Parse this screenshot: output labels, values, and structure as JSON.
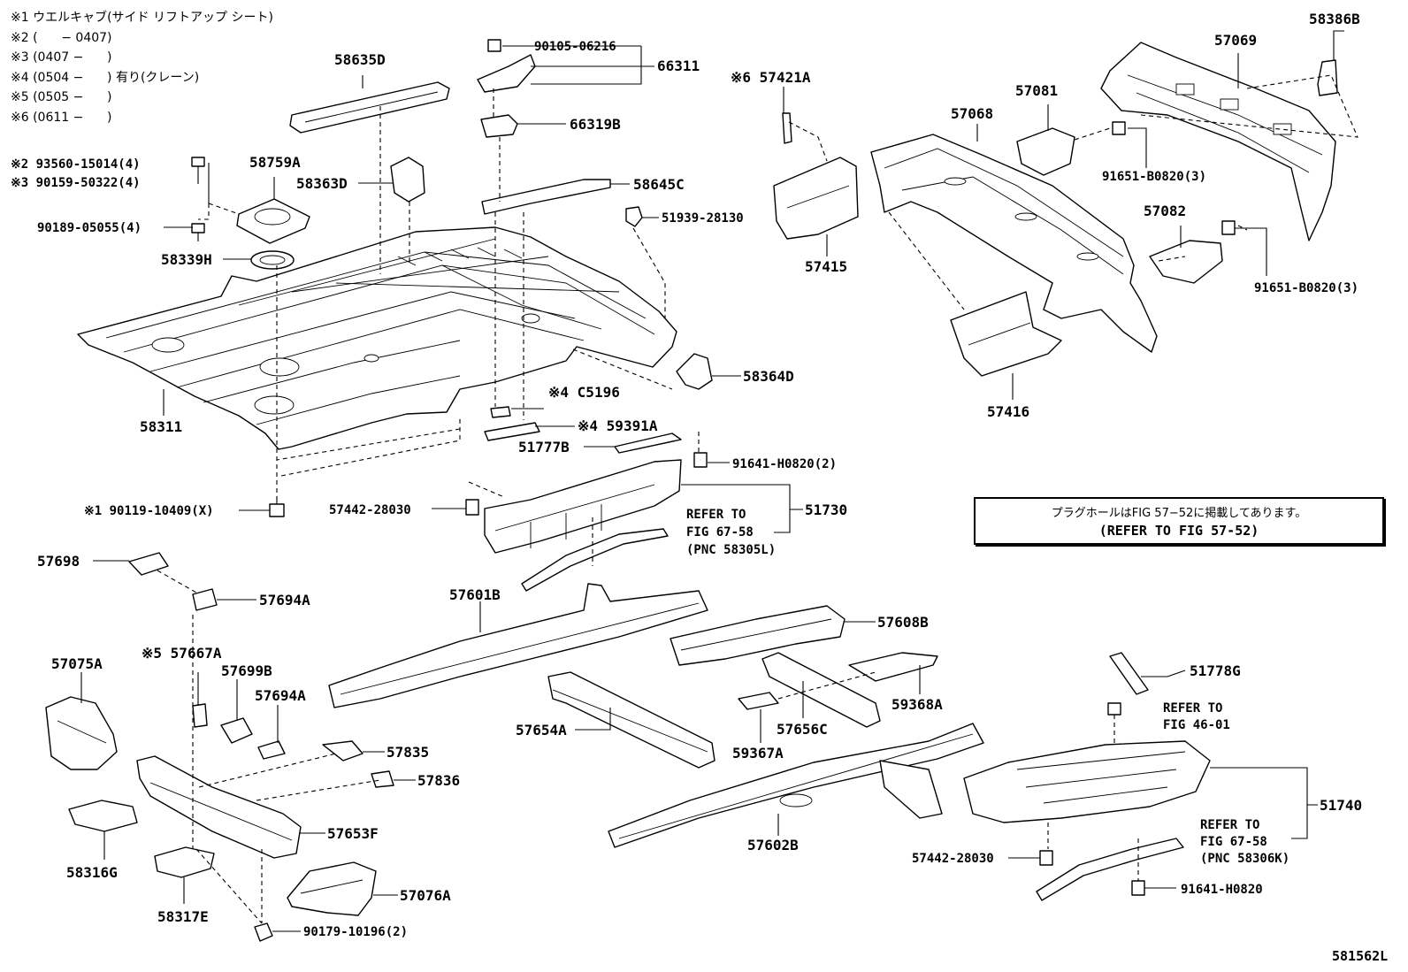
{
  "legend": [
    "※1 ウエルキャブ(サイド リフトアップ シート)",
    "※2 (      − 0407)",
    "※3 (0407 −      )",
    "※4 (0504 −      ) 有り(クレーン)",
    "※5 (0505 −      )",
    "※6 (0611 −      )"
  ],
  "notice": {
    "japanese": "プラグホールはFIG 57−52に掲載してあります。",
    "english": "(REFER TO FIG 57-52)"
  },
  "figure_id": "581562L",
  "parts": {
    "p58635D": "58635D",
    "p90105": "90105-06216",
    "p66311": "66311",
    "p66319B": "66319B",
    "p58645C": "58645C",
    "p51939": "51939-28130",
    "p93560": "※2 93560-15014(4)",
    "p90159": "※3 90159-50322(4)",
    "p58759A": "58759A",
    "p58363D": "58363D",
    "p90189": "90189-05055(4)",
    "p58339H": "58339H",
    "p58311": "58311",
    "p57421A": "※6 57421A",
    "p57415": "57415",
    "p57068": "57068",
    "p57081": "57081",
    "p57069": "57069",
    "p58386B": "58386B",
    "p91651a": "91651-B0820(3)",
    "p57082": "57082",
    "p91651b": "91651-B0820(3)",
    "p57416": "57416",
    "p58364D": "58364D",
    "pC5196": "※4 C5196",
    "p59391A": "※4 59391A",
    "p51777B": "51777B",
    "p91641a": "91641-H0820(2)",
    "p90119": "※1 90119-10409(X)",
    "p57442a": "57442-28030",
    "p51730": "51730",
    "refer1_l1": "REFER TO",
    "refer1_l2": "FIG 67-58",
    "refer1_l3": "(PNC 58305L)",
    "p57698": "57698",
    "p57694A1": "57694A",
    "p57601B": "57601B",
    "p57608B": "57608B",
    "p57075A": "57075A",
    "p57667A": "※5 57667A",
    "p57699B": "57699B",
    "p57694A2": "57694A",
    "p57835": "57835",
    "p57836": "57836",
    "p57653F": "57653F",
    "p58316G": "58316G",
    "p58317E": "58317E",
    "p57076A": "57076A",
    "p90179": "90179-10196(2)",
    "p57654A": "57654A",
    "p59367A": "59367A",
    "p57656C": "57656C",
    "p59368A": "59368A",
    "p57602B": "57602B",
    "p51778G": "51778G",
    "refer2_l1": "REFER TO",
    "refer2_l2": "FIG 46-01",
    "p51740": "51740",
    "refer3_l1": "REFER TO",
    "refer3_l2": "FIG 67-58",
    "refer3_l3": "(PNC 58306K)",
    "p57442b": "57442-28030",
    "p91641b": "91641-H0820"
  }
}
